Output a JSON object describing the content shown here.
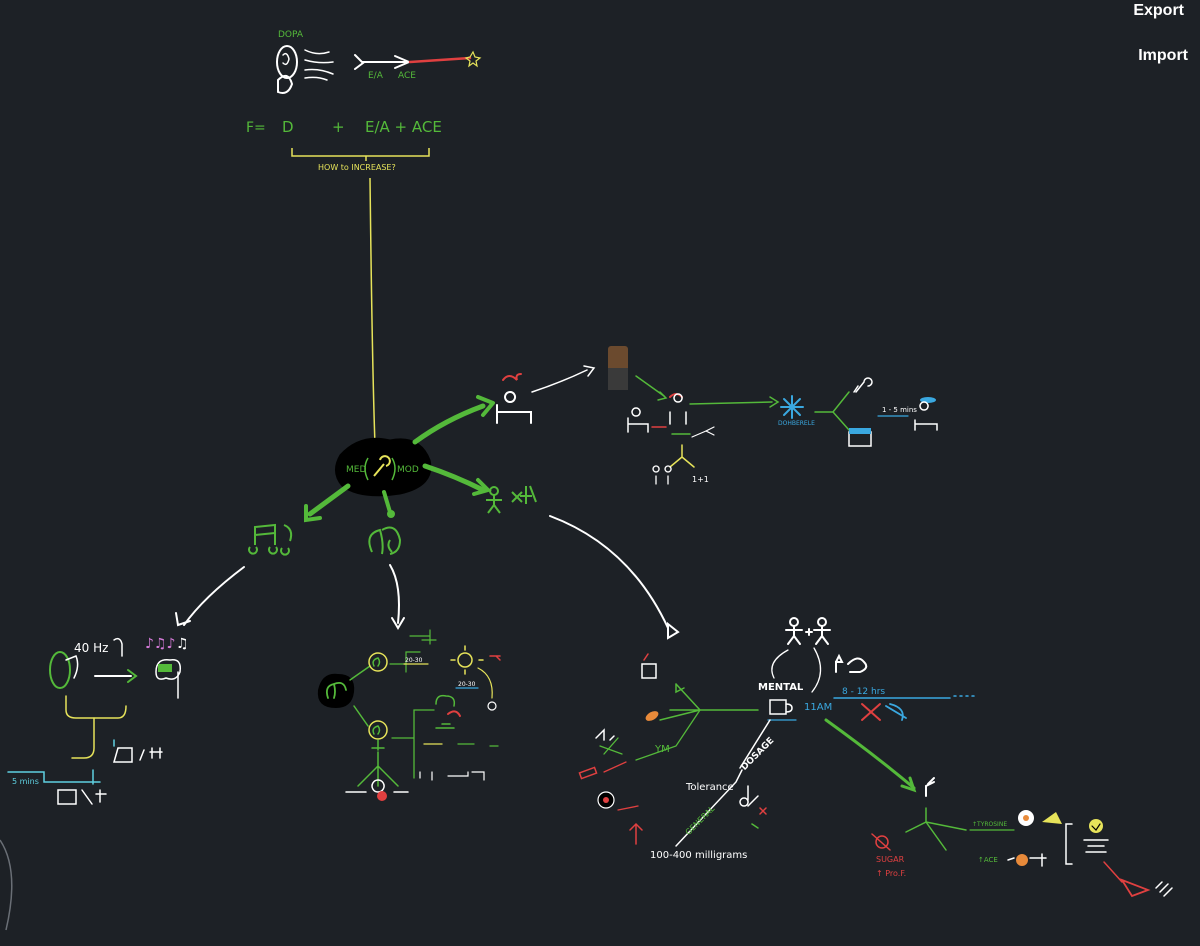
{
  "toolbar": {
    "export_label": "Export",
    "import_label": "Import"
  },
  "labels": {
    "dopa": "DOPA",
    "ea_small": "E/A",
    "ace_small": "ACE",
    "formula_f": "F=",
    "formula_d": "D",
    "formula_plus": "+",
    "formula_ea_ace": "E/A + ACE",
    "how_to_increase": "HOW to INCREASE?",
    "center_med": "MED",
    "center_mod": "MOD",
    "hz": "40 Hz",
    "five_mins": "5 mins",
    "one_plus_one": "1+1",
    "dohberelle": "DOHBERELE",
    "one_five_mins": "1 - 5 mins",
    "left_20_30": "20-30",
    "left_20_30b": "20-30",
    "mental": "MENTAL",
    "time_11am": "11AM",
    "hrs": "8 - 12 hrs",
    "ym": "YM",
    "dosage": "DOSAGE",
    "tolerance": "Tolerance",
    "general": "GENERAL",
    "milligrams": "100-400 milligrams",
    "sugar": "SUGAR",
    "fat": "↑ Pro.F.",
    "tyrosine": "↑TYROSINE",
    "ace_br": "↑ACE"
  },
  "colors": {
    "background": "#1d2126",
    "green": "#54b93a",
    "white": "#ffffff",
    "yellow": "#e6e35a",
    "red": "#e04040",
    "blue": "#3aa8e0",
    "pink": "#d47ad8",
    "cyan": "#5fd0e0",
    "orange": "#e88a3a"
  }
}
